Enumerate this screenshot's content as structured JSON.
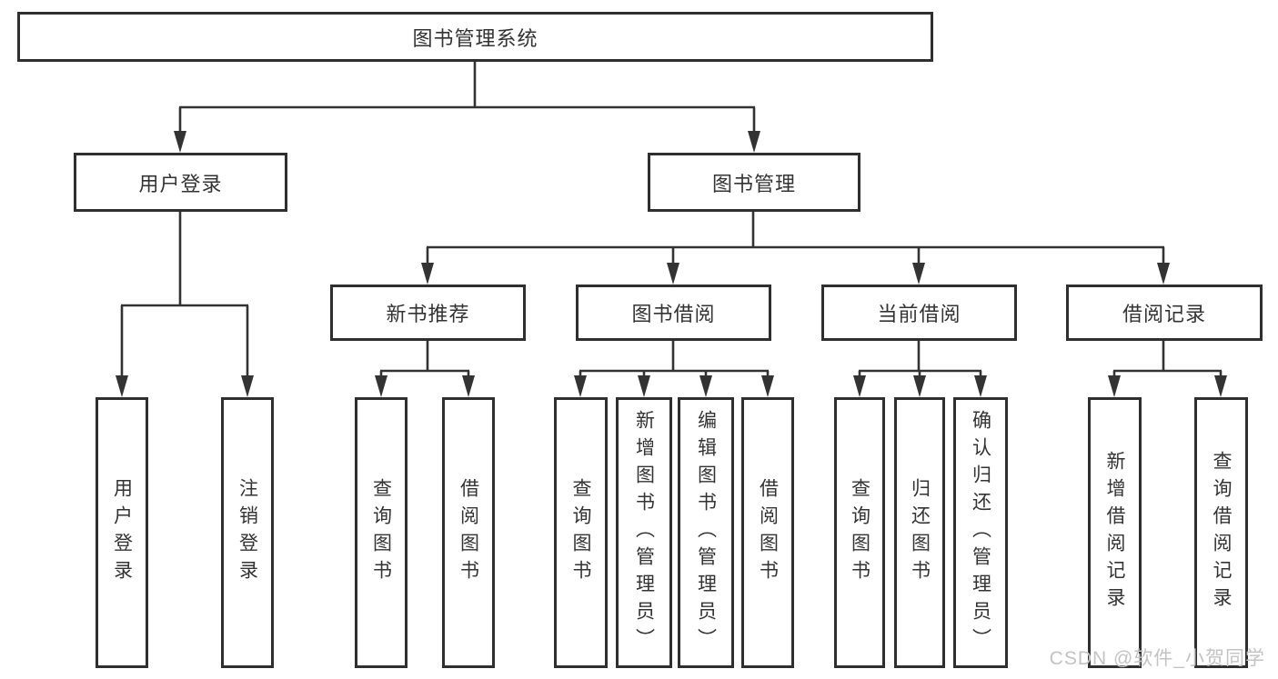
{
  "diagram": {
    "root": "图书管理系统",
    "level2": [
      "用户登录",
      "图书管理"
    ],
    "level3": [
      "新书推荐",
      "图书借阅",
      "当前借阅",
      "借阅记录"
    ],
    "leaves": {
      "user_login": [
        "用户登录",
        "注销登录"
      ],
      "new_book": [
        "查询图书",
        "借阅图书"
      ],
      "book_borrow": [
        "查询图书",
        "新增图书（管理员）",
        "编辑图书（管理员）",
        "借阅图书"
      ],
      "current_borrow": [
        "查询图书",
        "归还图书",
        "确认归还（管理员）"
      ],
      "borrow_records": [
        "新增借阅记录",
        "查询借阅记录"
      ]
    }
  },
  "watermark": "CSDN @软件_小贺同学",
  "colors": {
    "line": "#333333",
    "box_border": "#2f2f2f",
    "text": "#333333",
    "watermark": "#c4c3c3",
    "background": "#ffffff"
  }
}
